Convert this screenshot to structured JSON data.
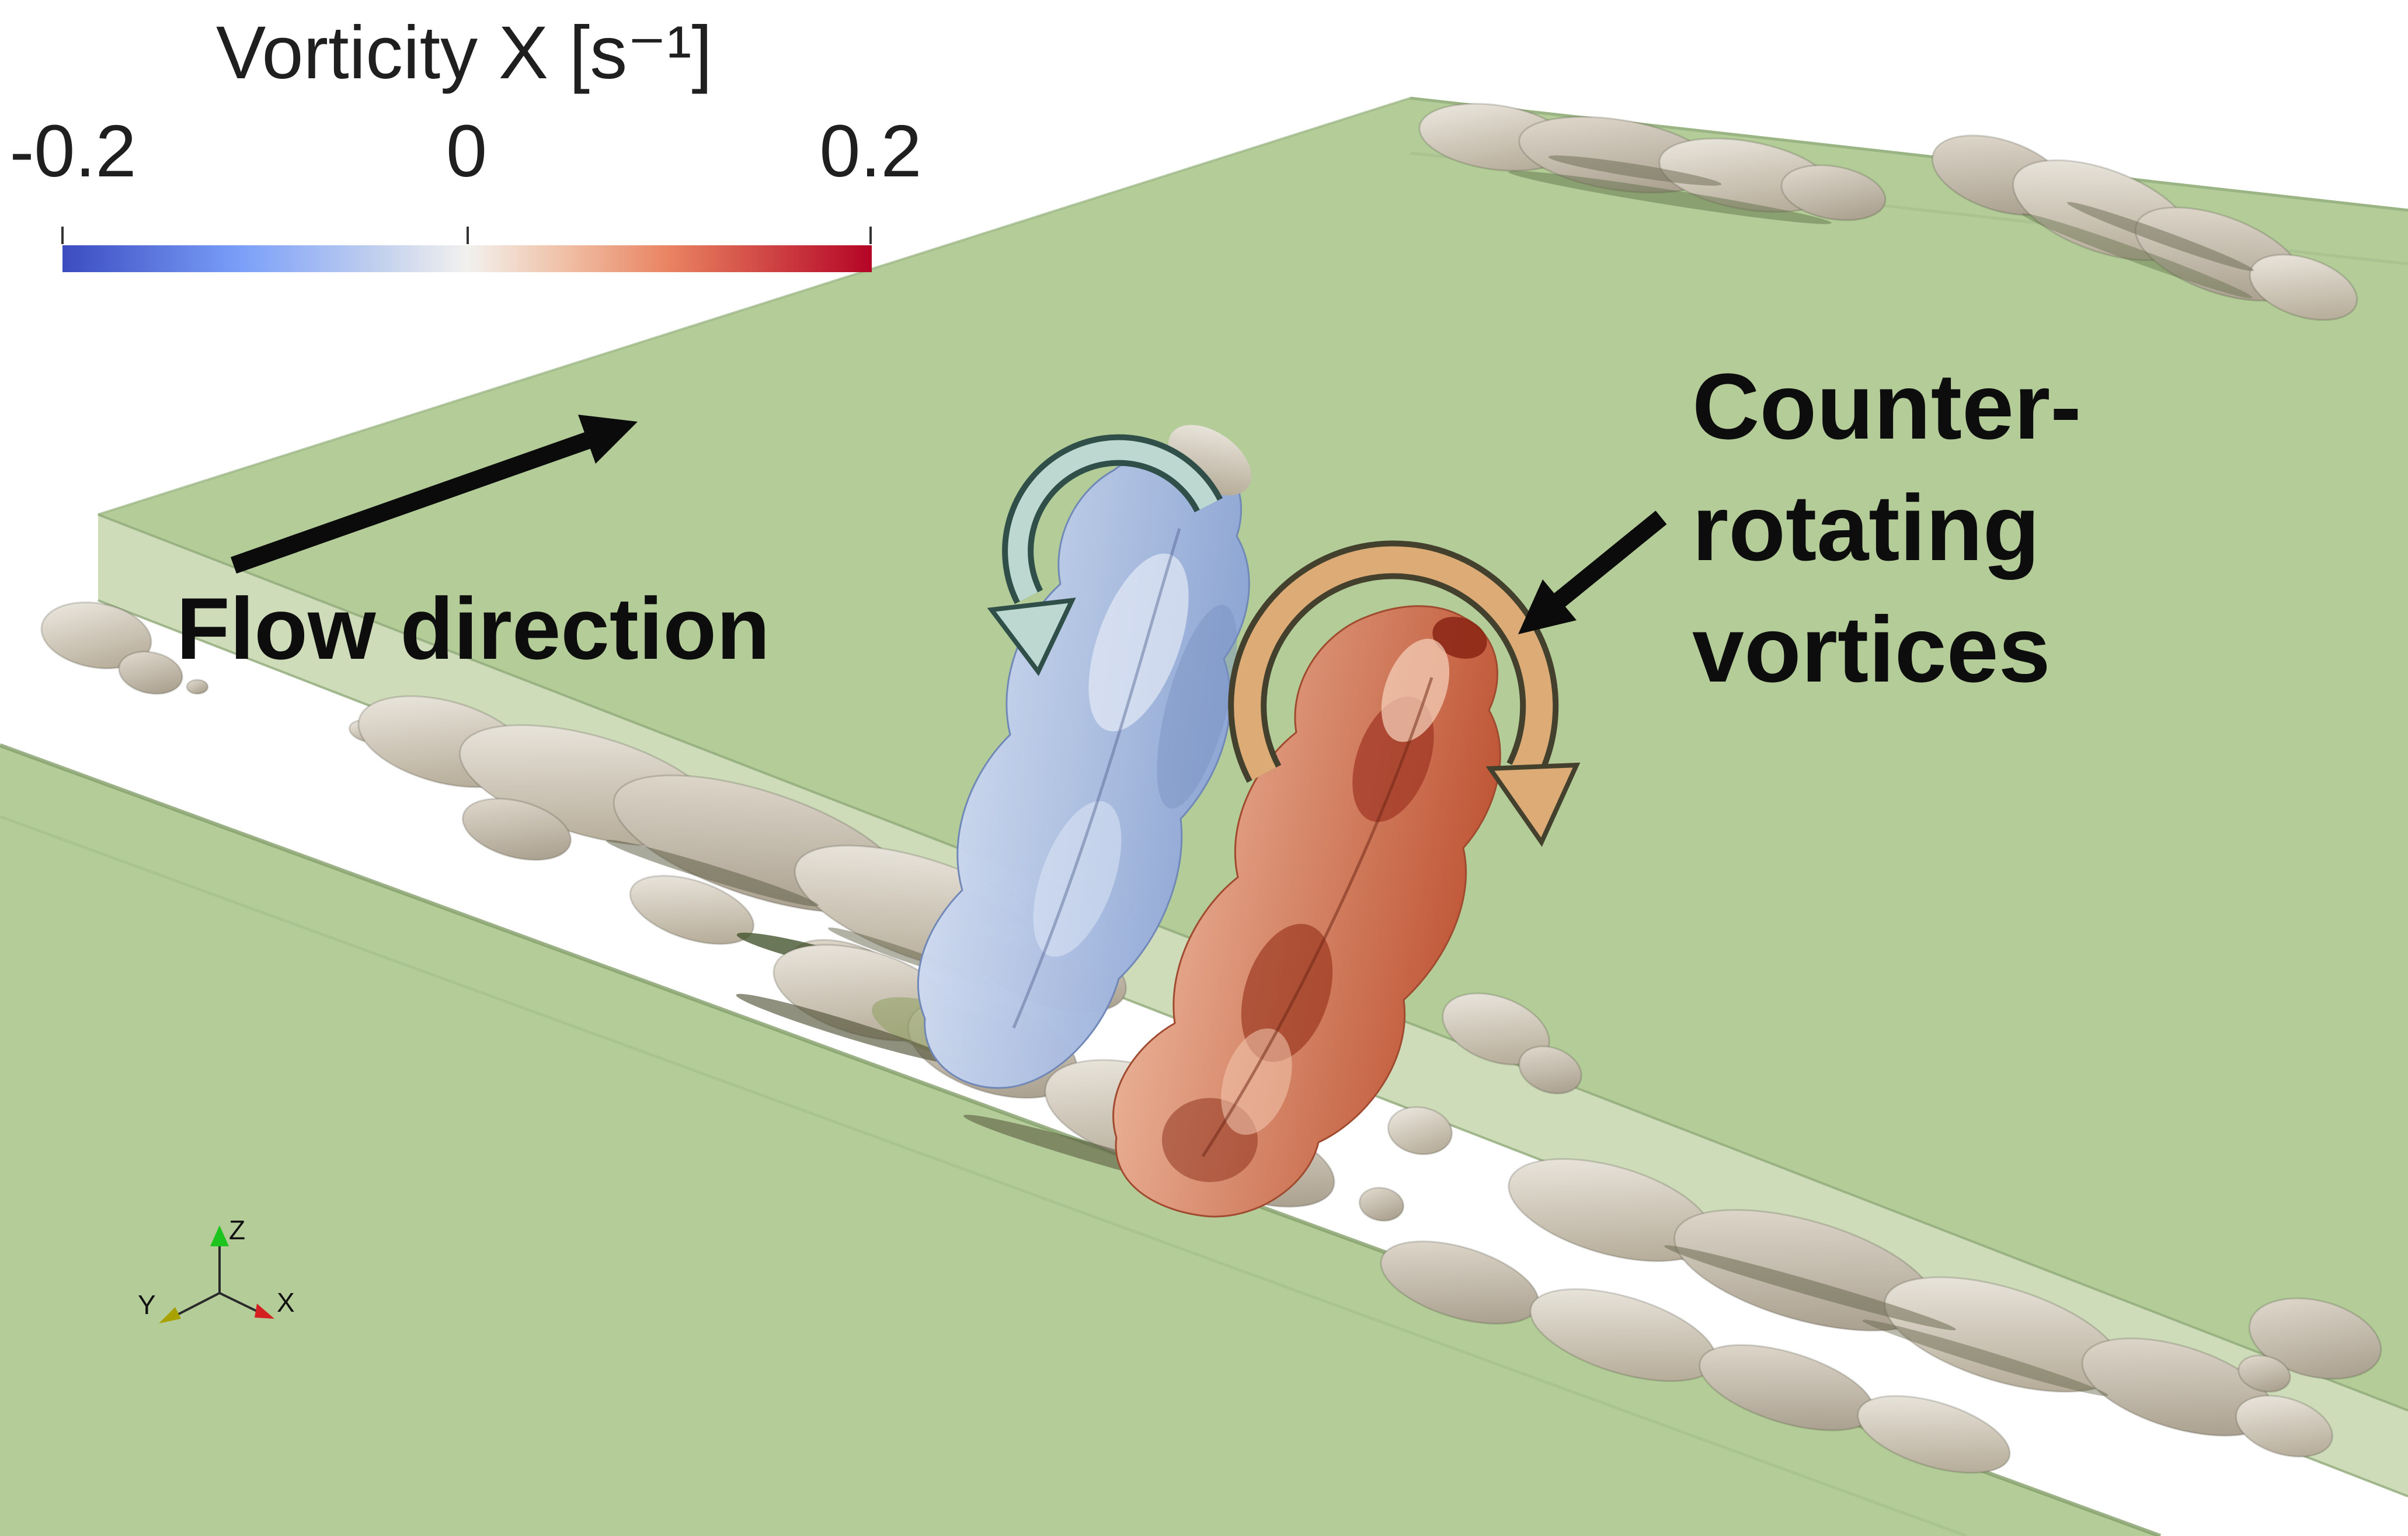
{
  "colorbar": {
    "title": "Vorticity X [s⁻¹]",
    "ticks": [
      "-0.2",
      "0",
      "0.2"
    ],
    "colors": {
      "min": "#3b4cc0",
      "mid": "#f2f1ee",
      "max": "#b40426"
    }
  },
  "annotations": {
    "flow_direction": {
      "label": "Flow direction"
    },
    "counter_rotating": {
      "lines": [
        "Counter-",
        "rotating",
        "vortices"
      ]
    }
  },
  "axes_triad": {
    "x_label": "X",
    "y_label": "Y",
    "z_label": "Z"
  },
  "colors": {
    "background": "#ffffff",
    "wall_green": "#b3cc98",
    "wall_edge_green": "#cfdcba",
    "vortex_negative_blue": "#9db4dc",
    "vortex_positive_red": "#cc6a4a",
    "structure_gray": "#c9c0b0",
    "rotation_arrow_left": "#bcd8d0",
    "rotation_arrow_right": "#dcab76",
    "annotation_text": "#0d0d0d"
  }
}
